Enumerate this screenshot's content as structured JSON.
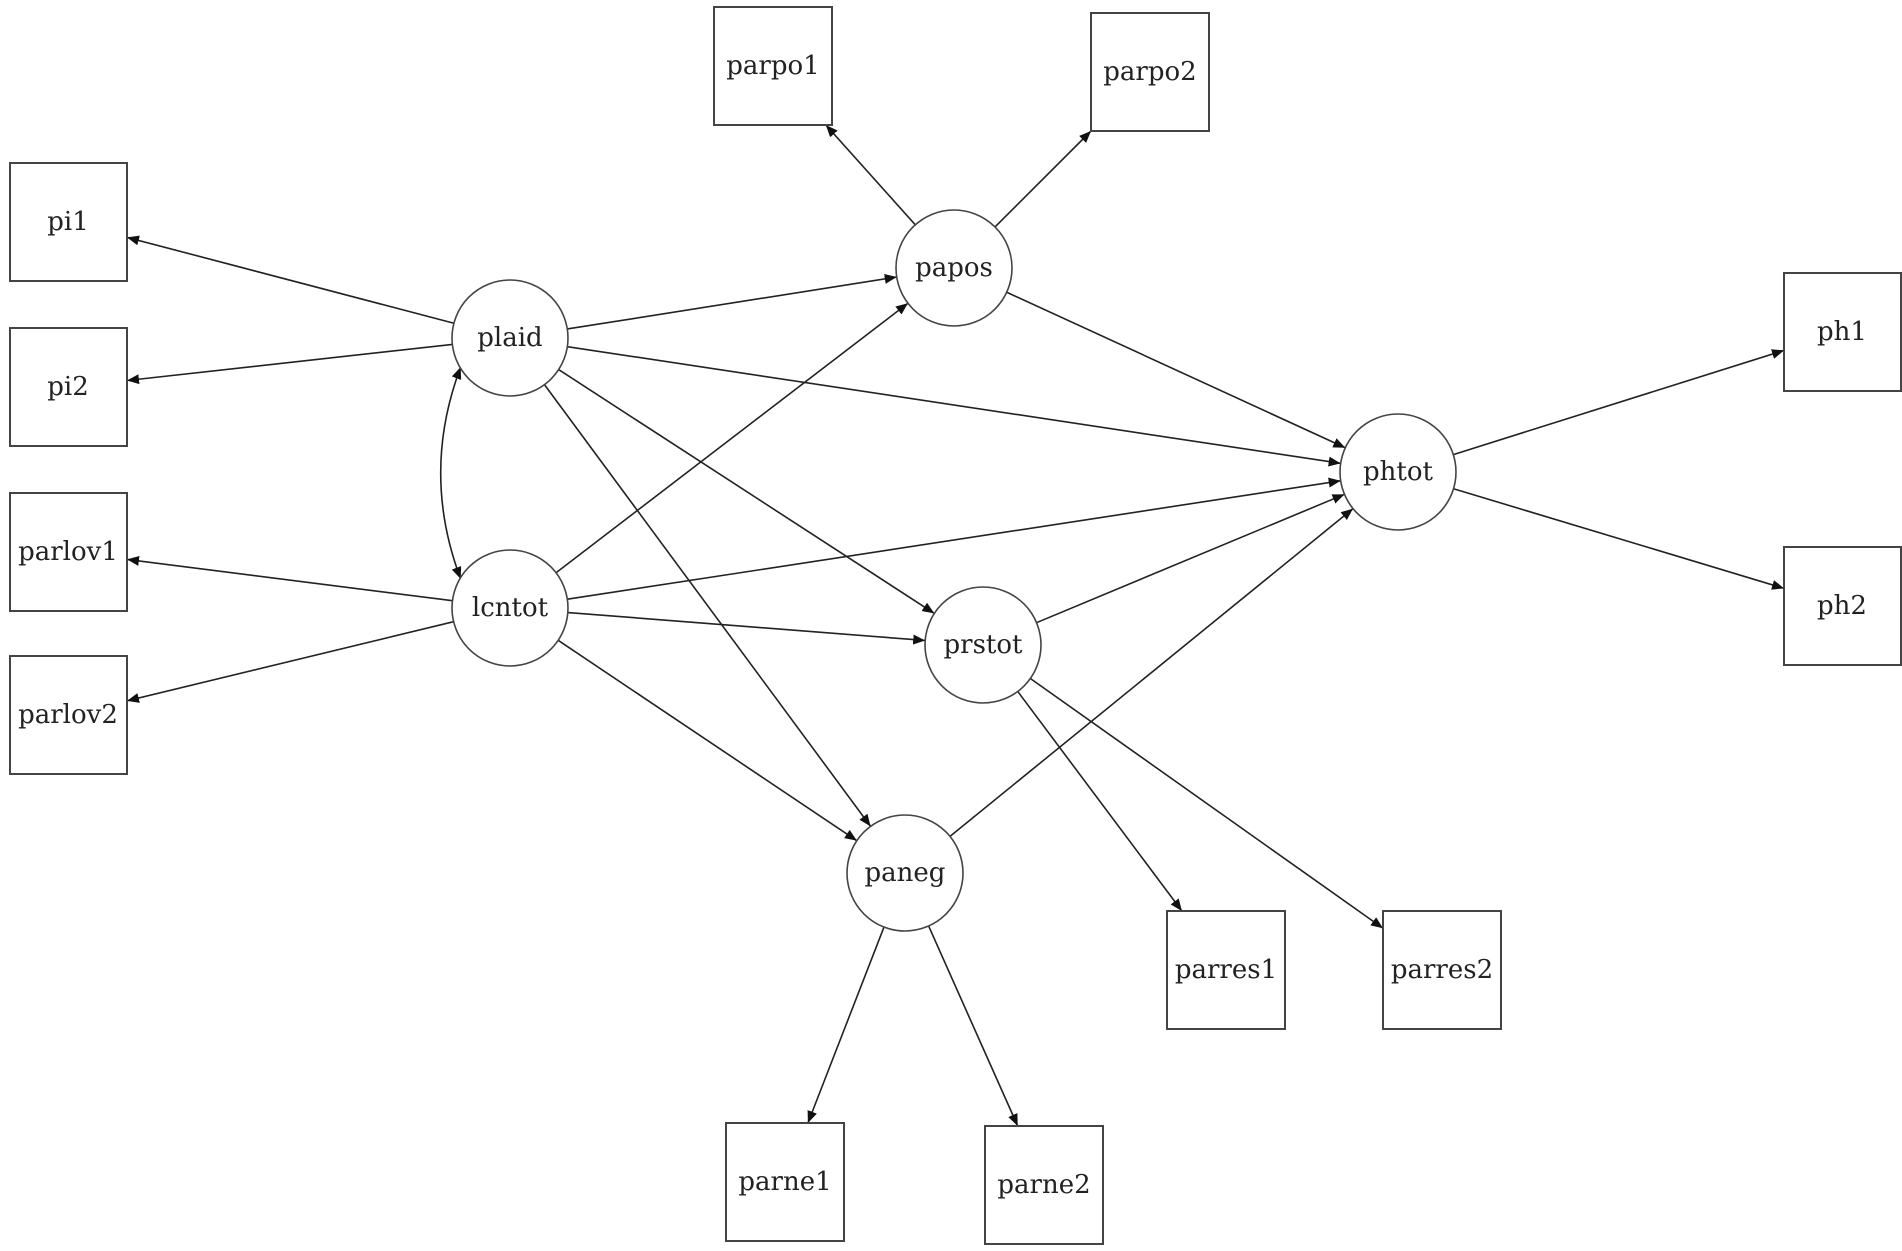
{
  "diagram": {
    "latent_nodes": [
      {
        "id": "plaid",
        "label": "plaid"
      },
      {
        "id": "lcntot",
        "label": "lcntot"
      },
      {
        "id": "papos",
        "label": "papos"
      },
      {
        "id": "prstot",
        "label": "prstot"
      },
      {
        "id": "paneg",
        "label": "paneg"
      },
      {
        "id": "phtot",
        "label": "phtot"
      }
    ],
    "observed_nodes": [
      {
        "id": "pi1",
        "label": "pi1"
      },
      {
        "id": "pi2",
        "label": "pi2"
      },
      {
        "id": "parlov1",
        "label": "parlov1"
      },
      {
        "id": "parlov2",
        "label": "parlov2"
      },
      {
        "id": "parpo1",
        "label": "parpo1"
      },
      {
        "id": "parpo2",
        "label": "parpo2"
      },
      {
        "id": "ph1",
        "label": "ph1"
      },
      {
        "id": "ph2",
        "label": "ph2"
      },
      {
        "id": "parres1",
        "label": "parres1"
      },
      {
        "id": "parres2",
        "label": "parres2"
      },
      {
        "id": "parne1",
        "label": "parne1"
      },
      {
        "id": "parne2",
        "label": "parne2"
      }
    ],
    "edges": [
      {
        "from": "plaid",
        "to": "pi1"
      },
      {
        "from": "plaid",
        "to": "pi2"
      },
      {
        "from": "lcntot",
        "to": "parlov1"
      },
      {
        "from": "lcntot",
        "to": "parlov2"
      },
      {
        "from": "papos",
        "to": "parpo1"
      },
      {
        "from": "papos",
        "to": "parpo2"
      },
      {
        "from": "phtot",
        "to": "ph1"
      },
      {
        "from": "phtot",
        "to": "ph2"
      },
      {
        "from": "prstot",
        "to": "parres1"
      },
      {
        "from": "prstot",
        "to": "parres2"
      },
      {
        "from": "paneg",
        "to": "parne1"
      },
      {
        "from": "paneg",
        "to": "parne2"
      },
      {
        "from": "plaid",
        "to": "papos"
      },
      {
        "from": "plaid",
        "to": "phtot"
      },
      {
        "from": "plaid",
        "to": "prstot"
      },
      {
        "from": "plaid",
        "to": "paneg"
      },
      {
        "from": "lcntot",
        "to": "papos"
      },
      {
        "from": "lcntot",
        "to": "phtot"
      },
      {
        "from": "lcntot",
        "to": "prstot"
      },
      {
        "from": "lcntot",
        "to": "paneg"
      },
      {
        "from": "papos",
        "to": "phtot"
      },
      {
        "from": "prstot",
        "to": "phtot"
      },
      {
        "from": "paneg",
        "to": "phtot"
      }
    ],
    "covariances": [
      {
        "a": "plaid",
        "b": "lcntot"
      }
    ]
  }
}
